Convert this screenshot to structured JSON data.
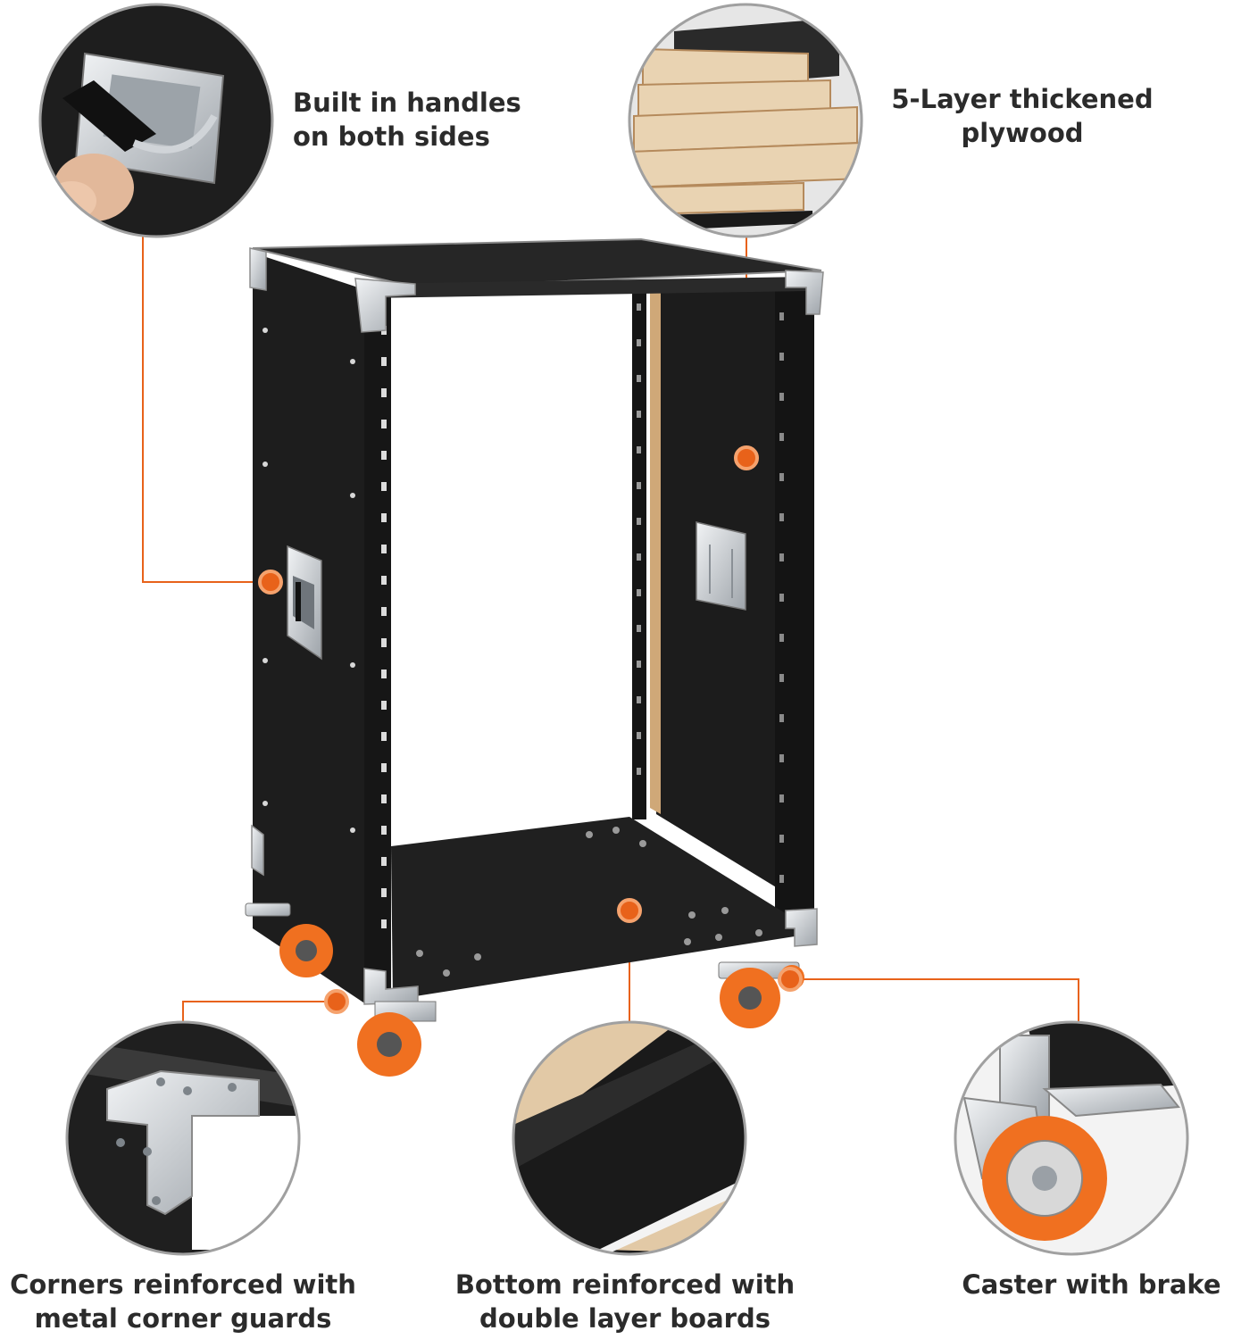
{
  "features": {
    "handles": {
      "line1": "Built in handles",
      "line2": "on both sides"
    },
    "plywood": {
      "line1": "5-Layer thickened",
      "line2": "plywood"
    },
    "corners": {
      "line1": "Corners reinforced with",
      "line2": "metal corner guards"
    },
    "bottom": {
      "line1": "Bottom reinforced with",
      "line2": "double layer boards"
    },
    "caster": {
      "line1": "Caster with brake"
    }
  },
  "colors": {
    "accent": "#e8621a",
    "cabinet": "#1e1e1e",
    "wheel": "#f07020",
    "metal": "#c9cdd1",
    "plywood": "#e9d3b2"
  }
}
